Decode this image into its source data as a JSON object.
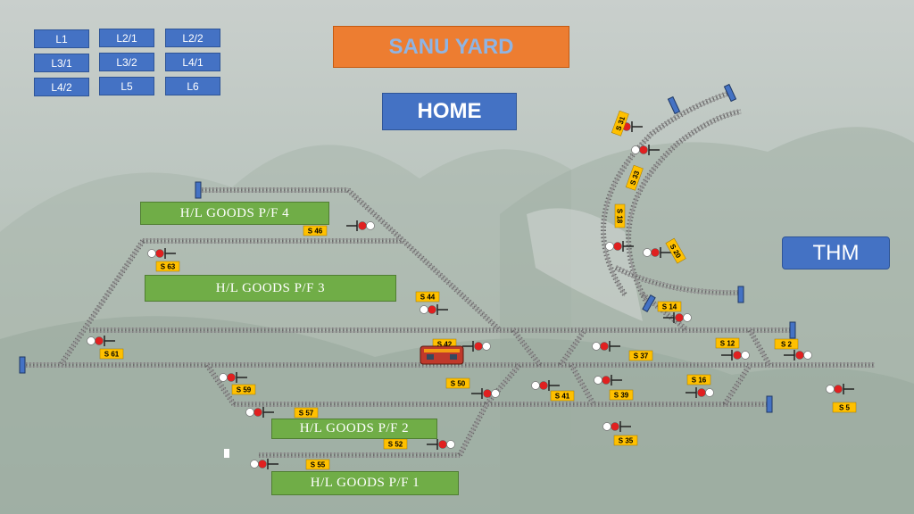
{
  "nav": {
    "buttons": [
      "L1",
      "L2/1",
      "L2/2",
      "L3/1",
      "L3/2",
      "L4/1",
      "L4/2",
      "L5",
      "L6"
    ]
  },
  "title": "SANU YARD",
  "home_label": "HOME",
  "thm_label": "THM",
  "platforms": {
    "pf4": "H/L GOODS P/F 4",
    "pf3": "H/L GOODS P/F 3",
    "pf2": "H/L GOODS P/F 2",
    "pf1": "H/L GOODS P/F 1"
  },
  "signals": {
    "s46": "S 46",
    "s63": "S 63",
    "s44": "S 44",
    "s61": "S 61",
    "s42": "S 42",
    "s59": "S 59",
    "s50": "S 50",
    "s41": "S 41",
    "s57": "S 57",
    "s52": "S 52",
    "s55": "S 55",
    "s37": "S 37",
    "s39": "S 39",
    "s35": "S 35",
    "s16": "S 16",
    "s12": "S 12",
    "s2": "S 2",
    "s5": "S 5",
    "s14": "S 14",
    "s31": "S 31",
    "s33": "S 33",
    "s18": "S 18",
    "s20": "S 20"
  },
  "colors": {
    "nav_blue": "#4472c4",
    "title_orange": "#ed7d31",
    "platform_green": "#70ad47",
    "signal_label_yellow": "#ffc000",
    "signal_red": "#e02020"
  }
}
